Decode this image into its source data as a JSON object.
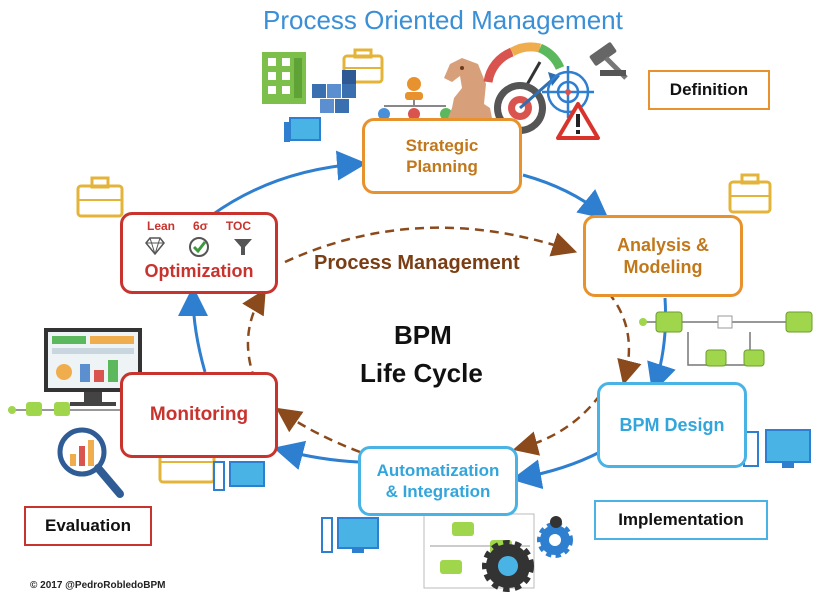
{
  "header": {
    "title": "Process Oriented Management"
  },
  "center": {
    "line1": "BPM",
    "line2": "Life Cycle",
    "ring_label": "Process Management"
  },
  "stages": {
    "strategic_planning": {
      "line1": "Strategic",
      "line2": "Planning"
    },
    "analysis_modeling": {
      "line1": "Analysis &",
      "line2": "Modeling"
    },
    "bpm_design": {
      "label": "BPM Design"
    },
    "automatization": {
      "line1": "Automatization",
      "line2": "& Integration"
    },
    "monitoring": {
      "label": "Monitoring"
    },
    "optimization": {
      "label": "Optimization",
      "tools": [
        "Lean",
        "6σ",
        "TOC"
      ]
    }
  },
  "phases": {
    "definition": "Definition",
    "evaluation": "Evaluation",
    "implementation": "Implementation"
  },
  "footer": {
    "copyright": "© 2017 @PedroRobledoBPM"
  },
  "colors": {
    "title_blue": "#3a8fd6",
    "orange": "#e8922e",
    "red": "#c8332e",
    "blue": "#4ab3e6",
    "arrow_blue": "#2f7fd0",
    "dashed_brown": "#8b4a1c",
    "ring_text": "#7a3e14"
  },
  "icons": [
    "building-icon",
    "briefcase-icon",
    "cubes-icon",
    "org-chart-icon",
    "chess-knight-icon",
    "gauge-icon",
    "target-icon",
    "compass-icon",
    "gavel-icon",
    "warning-icon",
    "diamond-icon",
    "check-circle-icon",
    "funnel-icon",
    "dashboard-monitor-icon",
    "magnifier-chart-icon",
    "computer-icon",
    "gears-icon",
    "process-flow-icon"
  ]
}
